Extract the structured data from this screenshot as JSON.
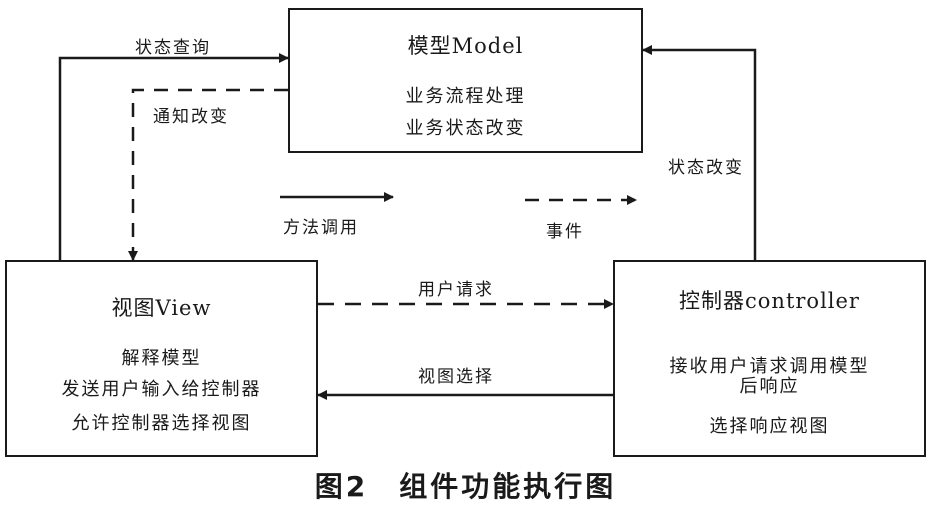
{
  "model": {
    "title": "模型Model",
    "lines": [
      "业务流程处理",
      "业务状态改变"
    ]
  },
  "view": {
    "title": "视图View",
    "lines": [
      "解释模型",
      "发送用户输入给控制器",
      "允许控制器选择视图"
    ]
  },
  "controller": {
    "title": "控制器controller",
    "lines": [
      "接收用户请求调用模型",
      "后响应",
      "选择响应视图"
    ]
  },
  "arrows": {
    "state_query": "状态查询",
    "notify_change": "通知改变",
    "state_change": "状态改变",
    "user_request": "用户请求",
    "view_select": "视图选择"
  },
  "legend": {
    "method_call": "方法调用",
    "event": "事件"
  },
  "caption": "图2　组件功能执行图"
}
